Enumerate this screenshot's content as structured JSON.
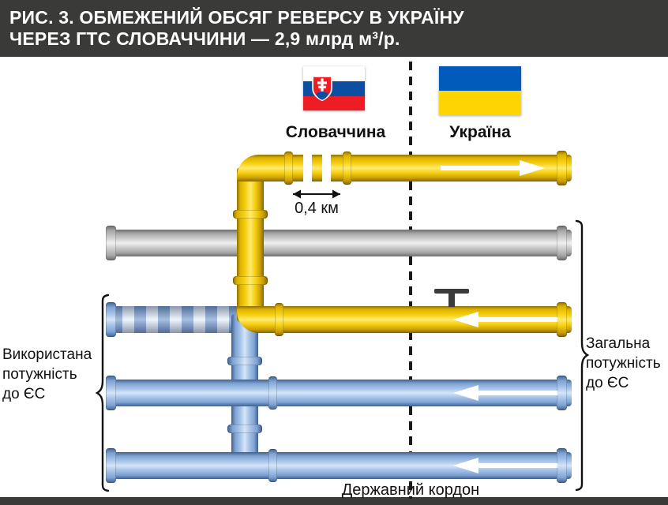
{
  "header": {
    "title_line1": "РИС. 3. ОБМЕЖЕНИЙ ОБСЯГ РЕВЕРСУ В УКРАЇНУ",
    "title_line2": "ЧЕРЕЗ ГТС СЛОВАЧЧИНИ — 2,9 млрд м³/р."
  },
  "countries": {
    "slovakia": "Словаччина",
    "ukraine": "Україна"
  },
  "annotations": {
    "distance_label": "0,4 км",
    "used_capacity_lines": [
      "Використана",
      "потужність",
      "до ЄС"
    ],
    "total_capacity_lines": [
      "Загальна",
      "потужність",
      "до ЄС"
    ],
    "state_border_label": "Державний кордон"
  },
  "icons": {
    "flow_arrow_right": "white block arrow →",
    "flow_arrow_left": "white block arrow ←",
    "distance_arrow": "↔",
    "valve": "T-handle valve"
  },
  "colors": {
    "header_bg": "#3A3A39",
    "yellow_pipe": "#F5C800",
    "blue_pipe": "#8FB4E3",
    "gray_pipe": "#C0C0C0",
    "border_line": "#1A1A1A",
    "ukraine_blue": "#005BBB",
    "ukraine_yellow": "#FFD500",
    "slovakia_blue": "#0B4EA2",
    "slovakia_red": "#EE1C25"
  }
}
